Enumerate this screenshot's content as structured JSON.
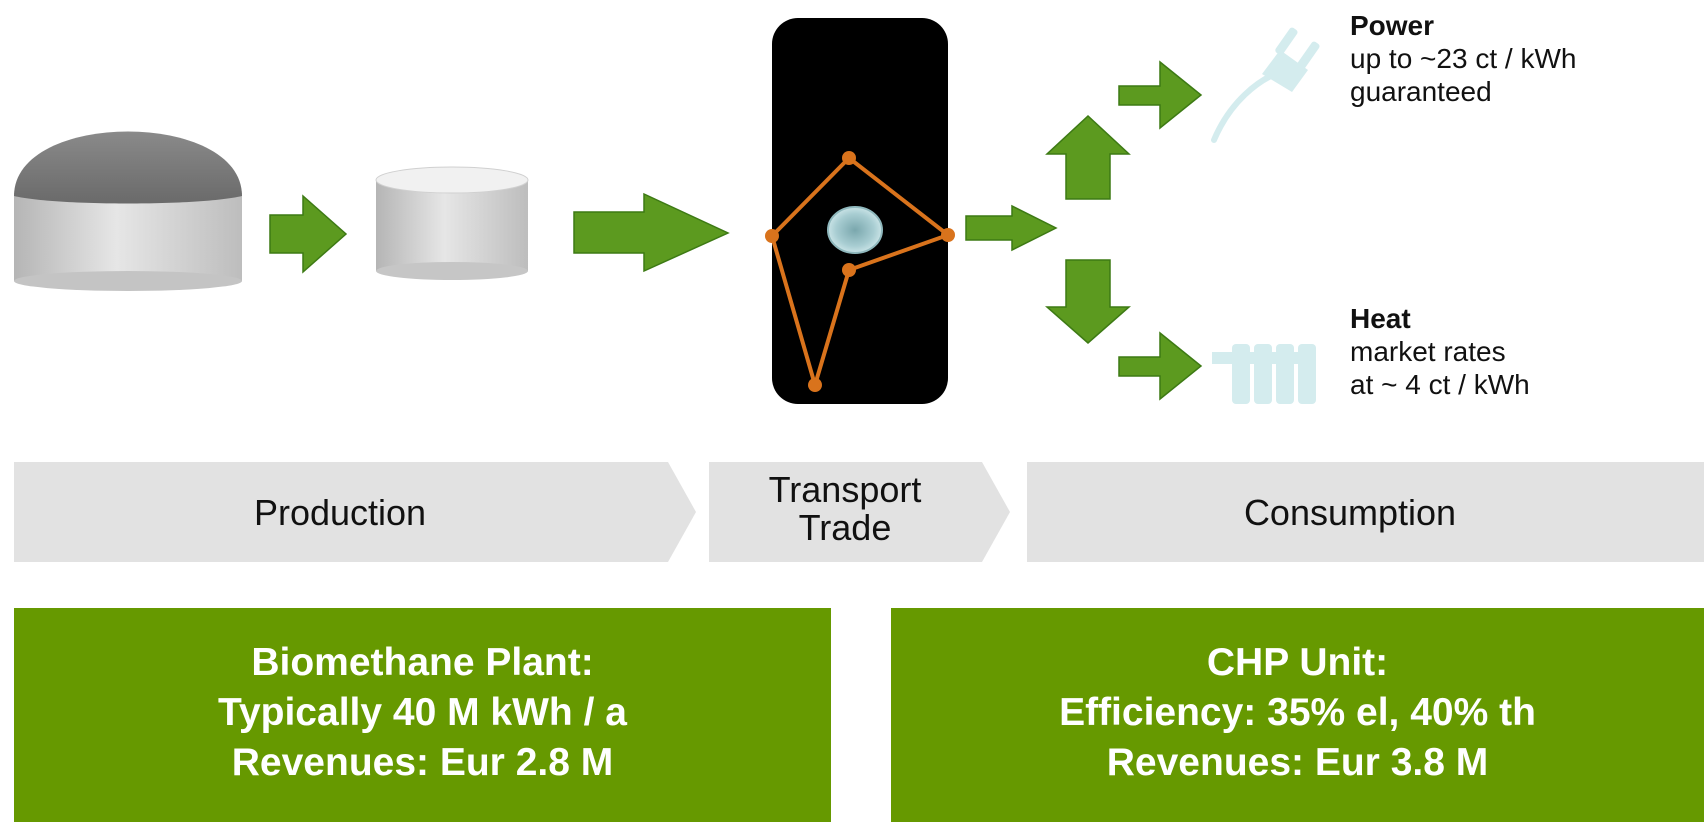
{
  "colors": {
    "arrow_fill": "#5c9a1f",
    "arrow_stroke": "#3d7a14",
    "network_line": "#d9731c",
    "stage_band": "#e2e2e2",
    "box_fill": "#669900",
    "icon_tint": "#d4ecee",
    "transport_panel": "#000000"
  },
  "outputs": {
    "power": {
      "title": "Power",
      "line1": "up to ~23 ct / kWh",
      "line2": "guaranteed",
      "icon": "plug-icon"
    },
    "heat": {
      "title": "Heat",
      "line1": "market rates",
      "line2": "at ~ 4 ct / kWh",
      "icon": "radiator-icon"
    }
  },
  "stages": {
    "production": "Production",
    "transport_line1": "Transport",
    "transport_line2": "Trade",
    "consumption": "Consumption"
  },
  "boxes": {
    "plant": {
      "line1": "Biomethane Plant:",
      "line2": "Typically 40 M kWh / a",
      "line3": "Revenues: Eur 2.8 M"
    },
    "chp": {
      "line1": "CHP Unit:",
      "line2": "Efficiency: 35% el, 40% th",
      "line3": "Revenues: Eur 3.8 M"
    }
  }
}
